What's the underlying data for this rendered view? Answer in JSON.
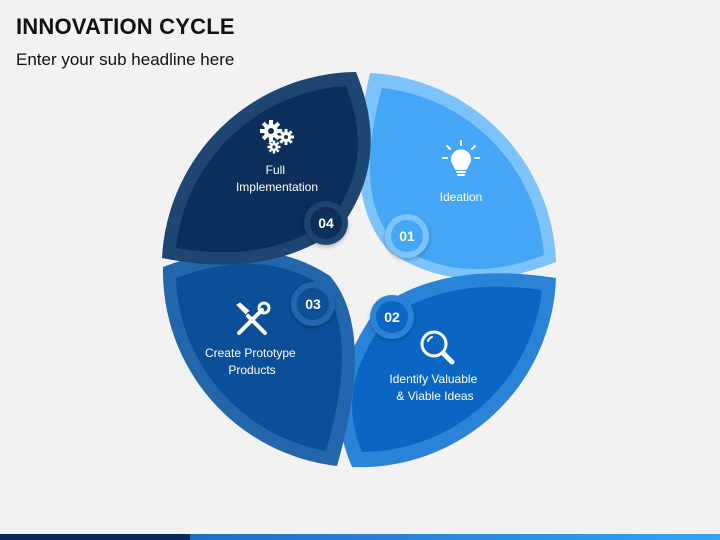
{
  "header": {
    "title": "INNOVATION CYCLE",
    "subtitle": "Enter your sub headline here"
  },
  "segments": [
    {
      "number": "01",
      "label_lines": [
        "Ideation"
      ],
      "icon": "lightbulb-icon",
      "color": "#45a6f5",
      "rim": "#7cc2fb"
    },
    {
      "number": "02",
      "label_lines": [
        "Identify Valuable",
        "& Viable Ideas"
      ],
      "icon": "magnifier-icon",
      "color": "#0b66c3",
      "rim": "#2a83d6"
    },
    {
      "number": "03",
      "label_lines": [
        "Create Prototype",
        "Products"
      ],
      "icon": "tools-icon",
      "color": "#0a4f97",
      "rim": "#2366ac"
    },
    {
      "number": "04",
      "label_lines": [
        "Full",
        "Implementation"
      ],
      "icon": "gears-icon",
      "color": "#0b2f5a",
      "rim": "#1f4572"
    }
  ]
}
